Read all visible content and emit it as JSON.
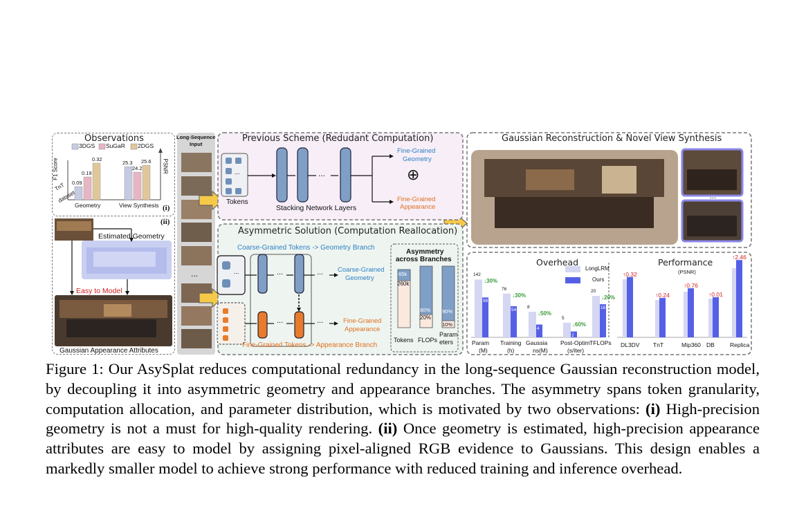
{
  "observations": {
    "title": "Observations",
    "legend": [
      "3DGS",
      "SuGaR",
      "2DGS"
    ],
    "colors": [
      "#c5cbe0",
      "#e8b5c5",
      "#e0c79a"
    ],
    "y_left_label": "F1 Score",
    "y_right_label": "PSNR",
    "dataset_label": "TnT dataset",
    "tnt_label": "TnT",
    "dataset_word": "dataset",
    "group_labels": [
      "Geometry",
      "View Synthesis"
    ],
    "geometry_values": [
      "0.09",
      "0.19",
      "0.32"
    ],
    "view_values": [
      "25.3",
      "24.2",
      "25.6"
    ],
    "marker_i": "(i)",
    "marker_ii": "(ii)",
    "estimated_geometry": "Estimated Geometry",
    "easy_to_model": "Easy to Model",
    "appearance_attributes": "Gaussian Appearance Attributes"
  },
  "input_column": {
    "title_line1": "Long-Sequence",
    "title_line2": "Input",
    "ellipsis": "..."
  },
  "previous": {
    "title": "Previous Scheme (Redudant Computation)",
    "tokens_label": "Tokens",
    "layers_label": "Stacking Network Layers",
    "out_geometry": "Fine-Grained Geometry",
    "out_geometry_l1": "Fine-Grained",
    "out_geometry_l2": "Geometry",
    "out_appearance_l1": "Fine-Grained",
    "out_appearance_l2": "Appearance",
    "plus_symbol": "⊕",
    "dots": "...",
    "out_dots": "···"
  },
  "asymmetric": {
    "title": "Asymmetric Solution (Computation Reallocation)",
    "coarse_tokens": "Coarse-Grained Tokens -> Geometry Branch",
    "fine_tokens": "Fine-Grained Tokens -> Appearance Branch",
    "coarse_out_l1": "Coarse-Grained",
    "coarse_out_l2": "Geometry",
    "fine_out_l1": "Fine-Grained",
    "fine_out_l2": "Appearance",
    "dots": "...",
    "asym_title_l1": "Asymmetry",
    "asym_title_l2": "across Branches",
    "bar_labels": [
      "Tokens",
      "FLOPs",
      "Param\neters"
    ],
    "tokens_top": "65k",
    "tokens_bottom": "260k",
    "flops_top": "80%",
    "flops_bottom": "20%",
    "params_top": "90%",
    "params_bottom": "10%"
  },
  "reconstruction": {
    "title": "Gaussian Reconstruction & Novel View Synthesis",
    "ellipsis": "..."
  },
  "overhead": {
    "title": "Overhead",
    "legend": [
      "LongLRM",
      "Ours"
    ],
    "categories": [
      "Param (M)",
      "Training (h)",
      "Gaussians(M)",
      "Post-Optim (s/iter)",
      "TFLOPs"
    ],
    "cat_l1": [
      "Param",
      "Training",
      "Gaussia",
      "Post-Optim",
      "TFLOPs"
    ],
    "cat_l2": [
      "(M)",
      "(h)",
      "ns(M)",
      "(s/iter)",
      ""
    ],
    "longlrm": [
      142,
      76,
      8,
      5,
      20
    ],
    "ours": [
      98,
      54,
      4,
      2,
      16
    ],
    "reductions": [
      "30%",
      "30%",
      "50%",
      "60%",
      "20%"
    ],
    "arrow": "↓"
  },
  "performance": {
    "title": "Performance",
    "subtitle": "(PSNR)",
    "categories": [
      "DL3DV",
      "TnT",
      "Mip360",
      "DB",
      "Replica"
    ],
    "gains": [
      "0.32",
      "0.24",
      "0.76",
      "0.01",
      "2.46"
    ],
    "arrow": "↑"
  },
  "caption": {
    "p1": "Figure 1: Our AsySplat reduces computational redundancy in the long-sequence Gaussian reconstruction model, by decoupling it into asymmetric geometry and appearance branches. The asymmetry spans token granularity, computation allocation, and parameter distribution, which is motivated by two observations: ",
    "b1": "(i)",
    "p2": " High-precision geometry is not a must for high-quality rendering. ",
    "b2": "(ii)",
    "p3": " Once geometry is estimated, high-precision appearance attributes are easy to model by assigning pixel-aligned RGB evidence to Gaussians. This design enables a markedly smaller model to achieve strong performance with reduced training and inference overhead."
  },
  "colors": {
    "blue_layer": "#7f9fc7",
    "orange_layer": "#e97b2c",
    "geometry_text": "#2f7fc1",
    "appearance_text": "#e07020",
    "light_bar": "#d4d6f2",
    "dark_bar": "#5560e6",
    "green": "#3a9a3a",
    "red": "#d02020"
  }
}
